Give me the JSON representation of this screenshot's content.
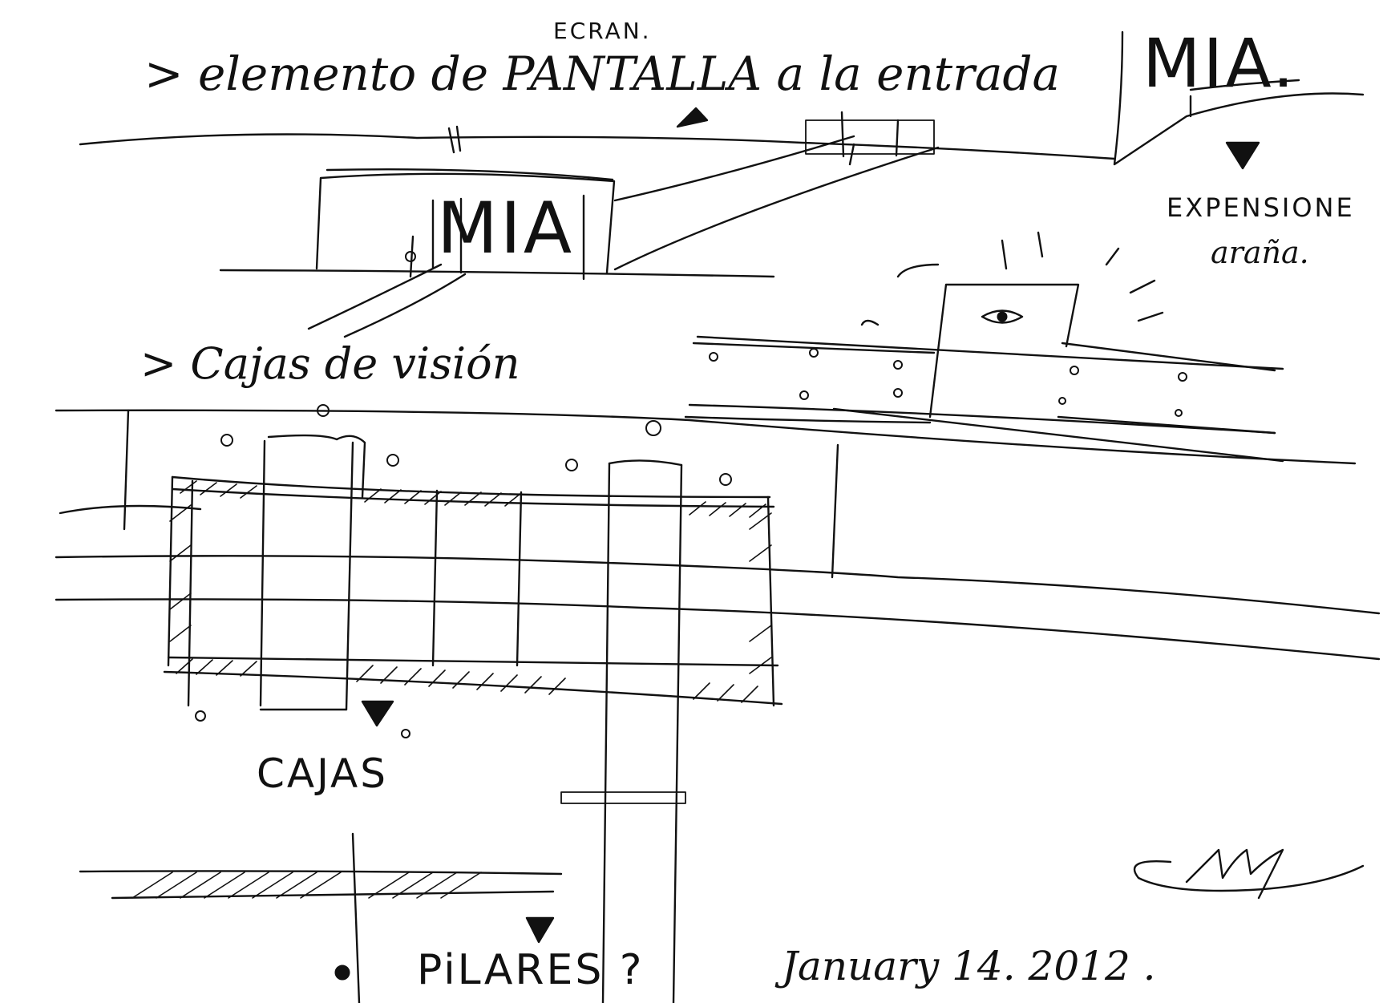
{
  "notes": {
    "ecran": "ECRAN.",
    "line1": "> elemento de PANTALLA a la entrada",
    "mia_top": "MIA.",
    "mia_box": "MIA",
    "expensione": "EXPENSIONE",
    "arana": "araña.",
    "cajas_vision": "> Cajas de visión",
    "cajas": "CAJAS",
    "pilares": "PiLARES ?",
    "date": "January 14. 2012 ."
  },
  "signature": "signature"
}
